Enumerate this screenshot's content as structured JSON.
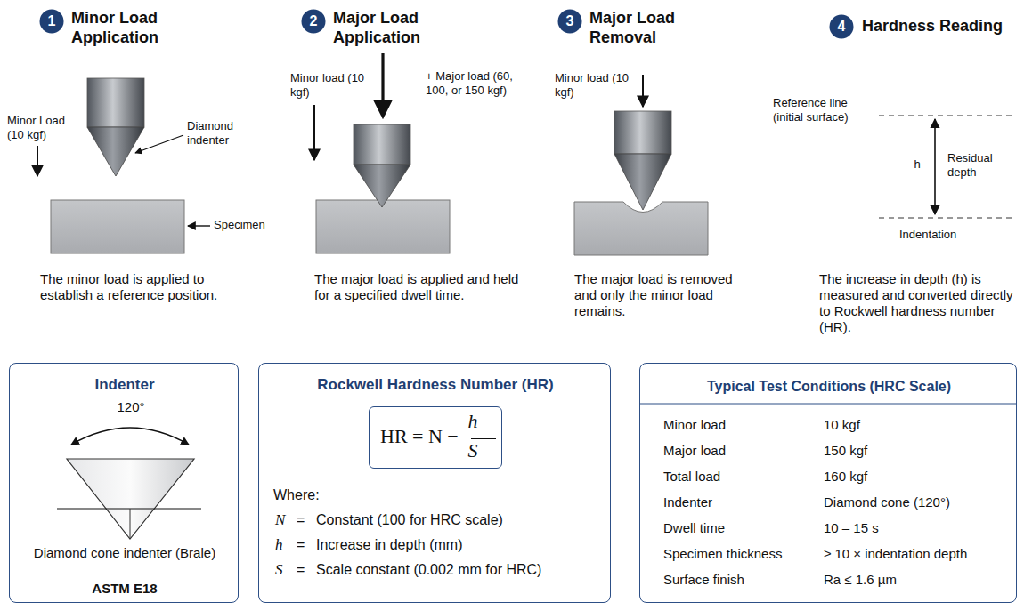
{
  "diagram": {
    "nodes": [
      {
        "text": [
          "1"
        ]
      },
      {
        "text": [
          "2"
        ]
      },
      {
        "text": [
          "3"
        ]
      },
      {
        "text": [
          "4"
        ]
      },
      {
        "text": [
          "Indenter",
          "120°",
          "Diamond cone indenter (Brale)",
          "ASTM E18"
        ]
      },
      {
        "text": [
          "Rockwell Hardness Number (HR)",
          "Where:",
          "N",
          "=",
          "Constant (100 for HRC scale)",
          "h",
          "=",
          "Increase in depth (mm)",
          "S",
          "=",
          "Scale constant (0.002 mm for HRC)"
        ]
      },
      {
        "text": [
          "HR = N −",
          "h",
          "S"
        ],
        "in": 5
      },
      {
        "text": [
          "Typical Test Conditions (HRC Scale)",
          "Minor load",
          "10 kgf",
          "Major load",
          "150 kgf",
          "Total load",
          "160 kgf",
          "Indenter",
          "Diamond cone (120°)",
          "Dwell time",
          "10 – 15 s",
          "Specimen thickness",
          "≥ 10 × indentation depth",
          "Surface finish",
          "Ra ≤ 1.6 µm"
        ]
      }
    ],
    "labels": [
      "Minor Load Application",
      "Major Load Application",
      "Major Load Removal",
      "Hardness Reading",
      "Minor Load (10 kgf)",
      "Diamond indenter",
      "Specimen",
      "The minor load is applied to establish a reference position.",
      "Minor load (10 kgf)",
      "+ Major load (60, 100, or 150 kgf)",
      "The major load is applied and held for a specified dwell time.",
      "Minor load (10 kgf)",
      "The major load is removed and only the minor load remains.",
      "Reference line (initial surface)",
      "h",
      "Residual depth",
      "Indentation",
      "The increase in depth (h) is measured and converted directly to Rockwell hardness number (HR)."
    ]
  }
}
